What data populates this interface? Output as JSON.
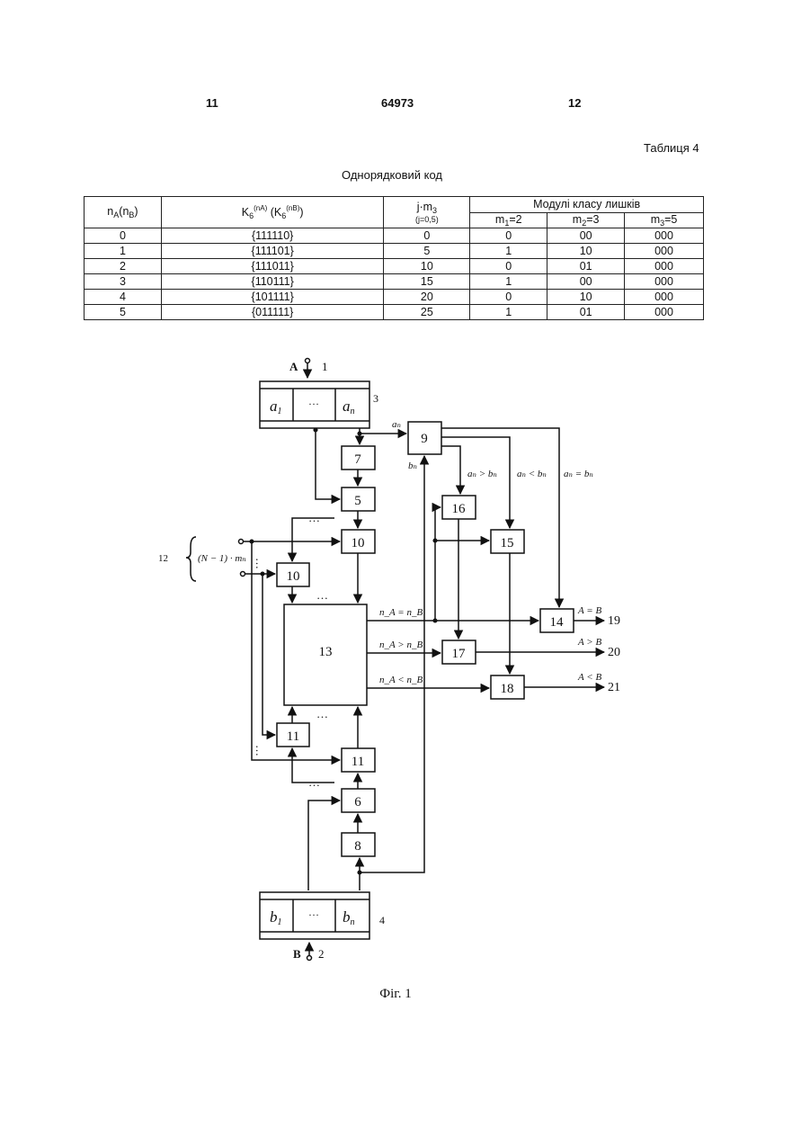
{
  "header": {
    "page_left": "11",
    "patent_number": "64973",
    "page_right": "12"
  },
  "table": {
    "caption": "Таблиця 4",
    "title": "Однорядковий код",
    "headers": {
      "col1_base": "n",
      "col1_sub_a": "A",
      "col1_sub_b": "B",
      "col2_base": "K",
      "col2_sub": "6",
      "col2_sup_a": "(n",
      "col2_sup_a_sub": "A",
      "col2_sup_b_sub": "B",
      "col3_top": "j·m",
      "col3_top_sub": "3",
      "col3_bottom": "(j=0,5)",
      "group": "Модулі класу лишків",
      "m1": "m",
      "m1_sub": "1",
      "m1_val": "=2",
      "m2": "m",
      "m2_sub": "2",
      "m2_val": "=3",
      "m3": "m",
      "m3_sub": "3",
      "m3_val": "=5"
    },
    "rows": [
      [
        "0",
        "{111110}",
        "0",
        "0",
        "00",
        "000"
      ],
      [
        "1",
        "{111101}",
        "5",
        "1",
        "10",
        "000"
      ],
      [
        "2",
        "{111011}",
        "10",
        "0",
        "01",
        "000"
      ],
      [
        "3",
        "{110111}",
        "15",
        "1",
        "00",
        "000"
      ],
      [
        "4",
        "{101111}",
        "20",
        "0",
        "10",
        "000"
      ],
      [
        "5",
        "{011111}",
        "25",
        "1",
        "01",
        "000"
      ]
    ]
  },
  "diagram": {
    "input_a": "A",
    "input_a_num": "1",
    "input_b": "B",
    "input_b_num": "2",
    "reg_a": {
      "first": "a",
      "first_sub": "1",
      "dots": "…",
      "last": "a",
      "last_sub": "n",
      "num": "3"
    },
    "reg_b": {
      "first": "b",
      "first_sub": "1",
      "dots": "…",
      "last": "b",
      "last_sub": "n",
      "num": "4"
    },
    "blocks": {
      "b5": "5",
      "b6": "6",
      "b7": "7",
      "b8": "8",
      "b9": "9",
      "b10a": "10",
      "b10b": "10",
      "b11a": "11",
      "b11b": "11",
      "b13": "13",
      "b14": "14",
      "b15": "15",
      "b16": "16",
      "b17": "17",
      "b18": "18"
    },
    "labels": {
      "an": "aₙ",
      "bn": "bₙ",
      "cmp_gt": "aₙ > bₙ",
      "cmp_lt": "aₙ < bₙ",
      "cmp_eq": "aₙ = bₙ",
      "n_eq": "n_A = n_B",
      "n_gt": "n_A > n_B",
      "n_lt": "n_A < n_B",
      "out_eq": "A = B",
      "out_gt": "A > B",
      "out_lt": "A < B",
      "out_eq_num": "19",
      "out_gt_num": "20",
      "out_lt_num": "21",
      "bus": "12",
      "bus_expr": "(N − 1) · mₙ",
      "dots": "…"
    },
    "caption": "Фіг. 1"
  }
}
